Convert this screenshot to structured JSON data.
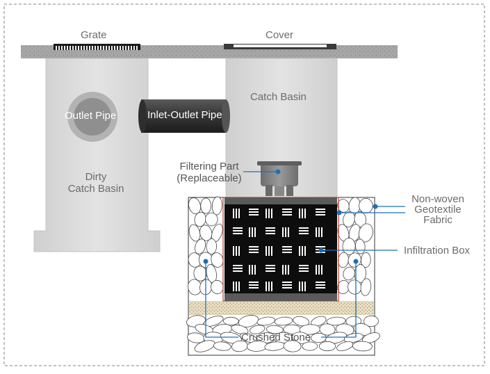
{
  "labels": {
    "grate": "Grate",
    "cover": "Cover",
    "catch_basin": "Catch Basin",
    "outlet_pipe": "Outlet Pipe",
    "inlet_outlet_pipe": "Inlet-Outlet Pipe",
    "dirty_catch_basin": "Dirty\nCatch Basin",
    "filtering_part": "Filtering Part\n(Replaceable)",
    "geotextile": "Non-woven\nGeotextile\nFabric",
    "infiltration_box": "Infiltration Box",
    "crushed_stone": "Crushed Stone"
  },
  "colors": {
    "basin_fill": "#d9d9d9",
    "slab_fill": "#a6a6a6",
    "pipe_dark": "#3a3a3a",
    "box_fill": "#0d0d0d",
    "leader": "#1f6fb5",
    "sand": "#c9b98a"
  }
}
